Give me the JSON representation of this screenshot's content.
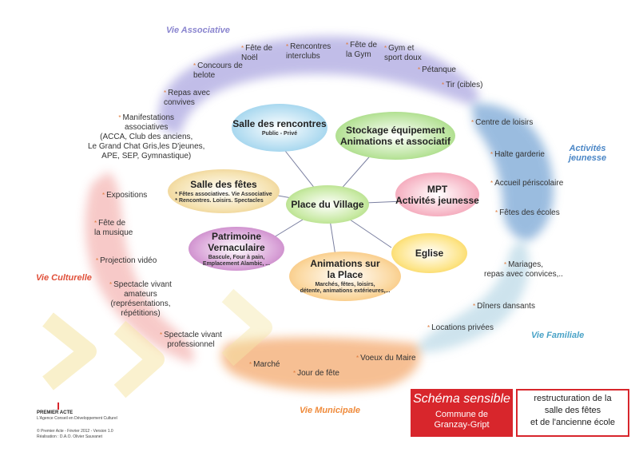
{
  "colors": {
    "associative": "#8a85cf",
    "jeunesse": "#4a86c6",
    "familiale": "#4aa3c7",
    "municipale": "#ef8a3a",
    "culturelle": "#e0503a",
    "red": "#d8262c"
  },
  "categories": {
    "associative": "Vie Associative",
    "jeunesse": "Activités\njeunesse",
    "familiale": "Vie Familiale",
    "municipale": "Vie Municipale",
    "culturelle": "Vie Culturelle"
  },
  "center": {
    "title": "Place du Village"
  },
  "bubbles": {
    "rencontres": {
      "title": "Salle des rencontres",
      "sub": "Public - Privé"
    },
    "stockage": {
      "title": "Stockage équipement\nAnimations et associatif"
    },
    "fetes": {
      "title": "Salle des fêtes",
      "sub": "* Fêtes associatives. Vie Associative\n* Rencontres. Loisirs. Spectacles"
    },
    "mpt": {
      "title": "MPT\nActivités jeunesse"
    },
    "patrimoine": {
      "title": "Patrimoine Vernaculaire",
      "sub": "Bascule, Four à pain,\nEmplacement Alambic, ..."
    },
    "animations": {
      "title": "Animations sur\nla Place",
      "sub": "Marchés, fêtes, loisirs,\ndétente, animations extérieures,..."
    },
    "eglise": {
      "title": "Eglise"
    }
  },
  "items": {
    "fete_noel": "Fête de\nNoël",
    "rencontres_interclubs": "Rencontres\ninterclubs",
    "fete_gym": "Fête de\nla Gym",
    "gym_sport": "Gym et\nsport doux",
    "concours_belote": "Concours de\nbelote",
    "petanque": "Pétanque",
    "tir": "Tir (cibles)",
    "repas_convives": "Repas avec\nconvives",
    "manifestations": "Manifestations\nassociatives\n(ACCA, Club des anciens,\nLe Grand Chat Gris,les D'jeunes,\nAPE, SEP, Gymnastique)",
    "centre_loisirs": "Centre de loisirs",
    "halte_garderie": "Halte garderie",
    "accueil_periscolaire": "Accueil périscolaire",
    "fetes_ecoles": "Fêtes des écoles",
    "expositions": "Expositions",
    "fete_musique": "Fête de\nla musique",
    "projection_video": "Projection vidéo",
    "spectacle_amateurs": "Spectacle vivant\namateurs\n(représentations,\nrépétitions)",
    "spectacle_pro": "Spectacle vivant\nprofessionnel",
    "mariages": "Mariages,\nrepas avec convices,..",
    "diners_dansants": "Dîners dansants",
    "locations_privees": "Locations privées",
    "marche": "Marché",
    "jour_fete": "Jour de fête",
    "voeux_maire": "Voeux du Maire"
  },
  "footer": {
    "logo_name": "PREMIER ACTE",
    "logo_tagline": "L'Agence Conseil en Développement Culturel",
    "copyright": "© Premier Acte - Février 2012 - Version 1.0",
    "realisation": "Réalisation : D.A.O. Olivier Sauvanet"
  },
  "title_box": {
    "title": "Schéma sensible",
    "commune_label": "Commune de",
    "commune_name": "Granzay-Gript",
    "subject": "restructuration de la\nsalle des fêtes\net de l'ancienne école"
  }
}
